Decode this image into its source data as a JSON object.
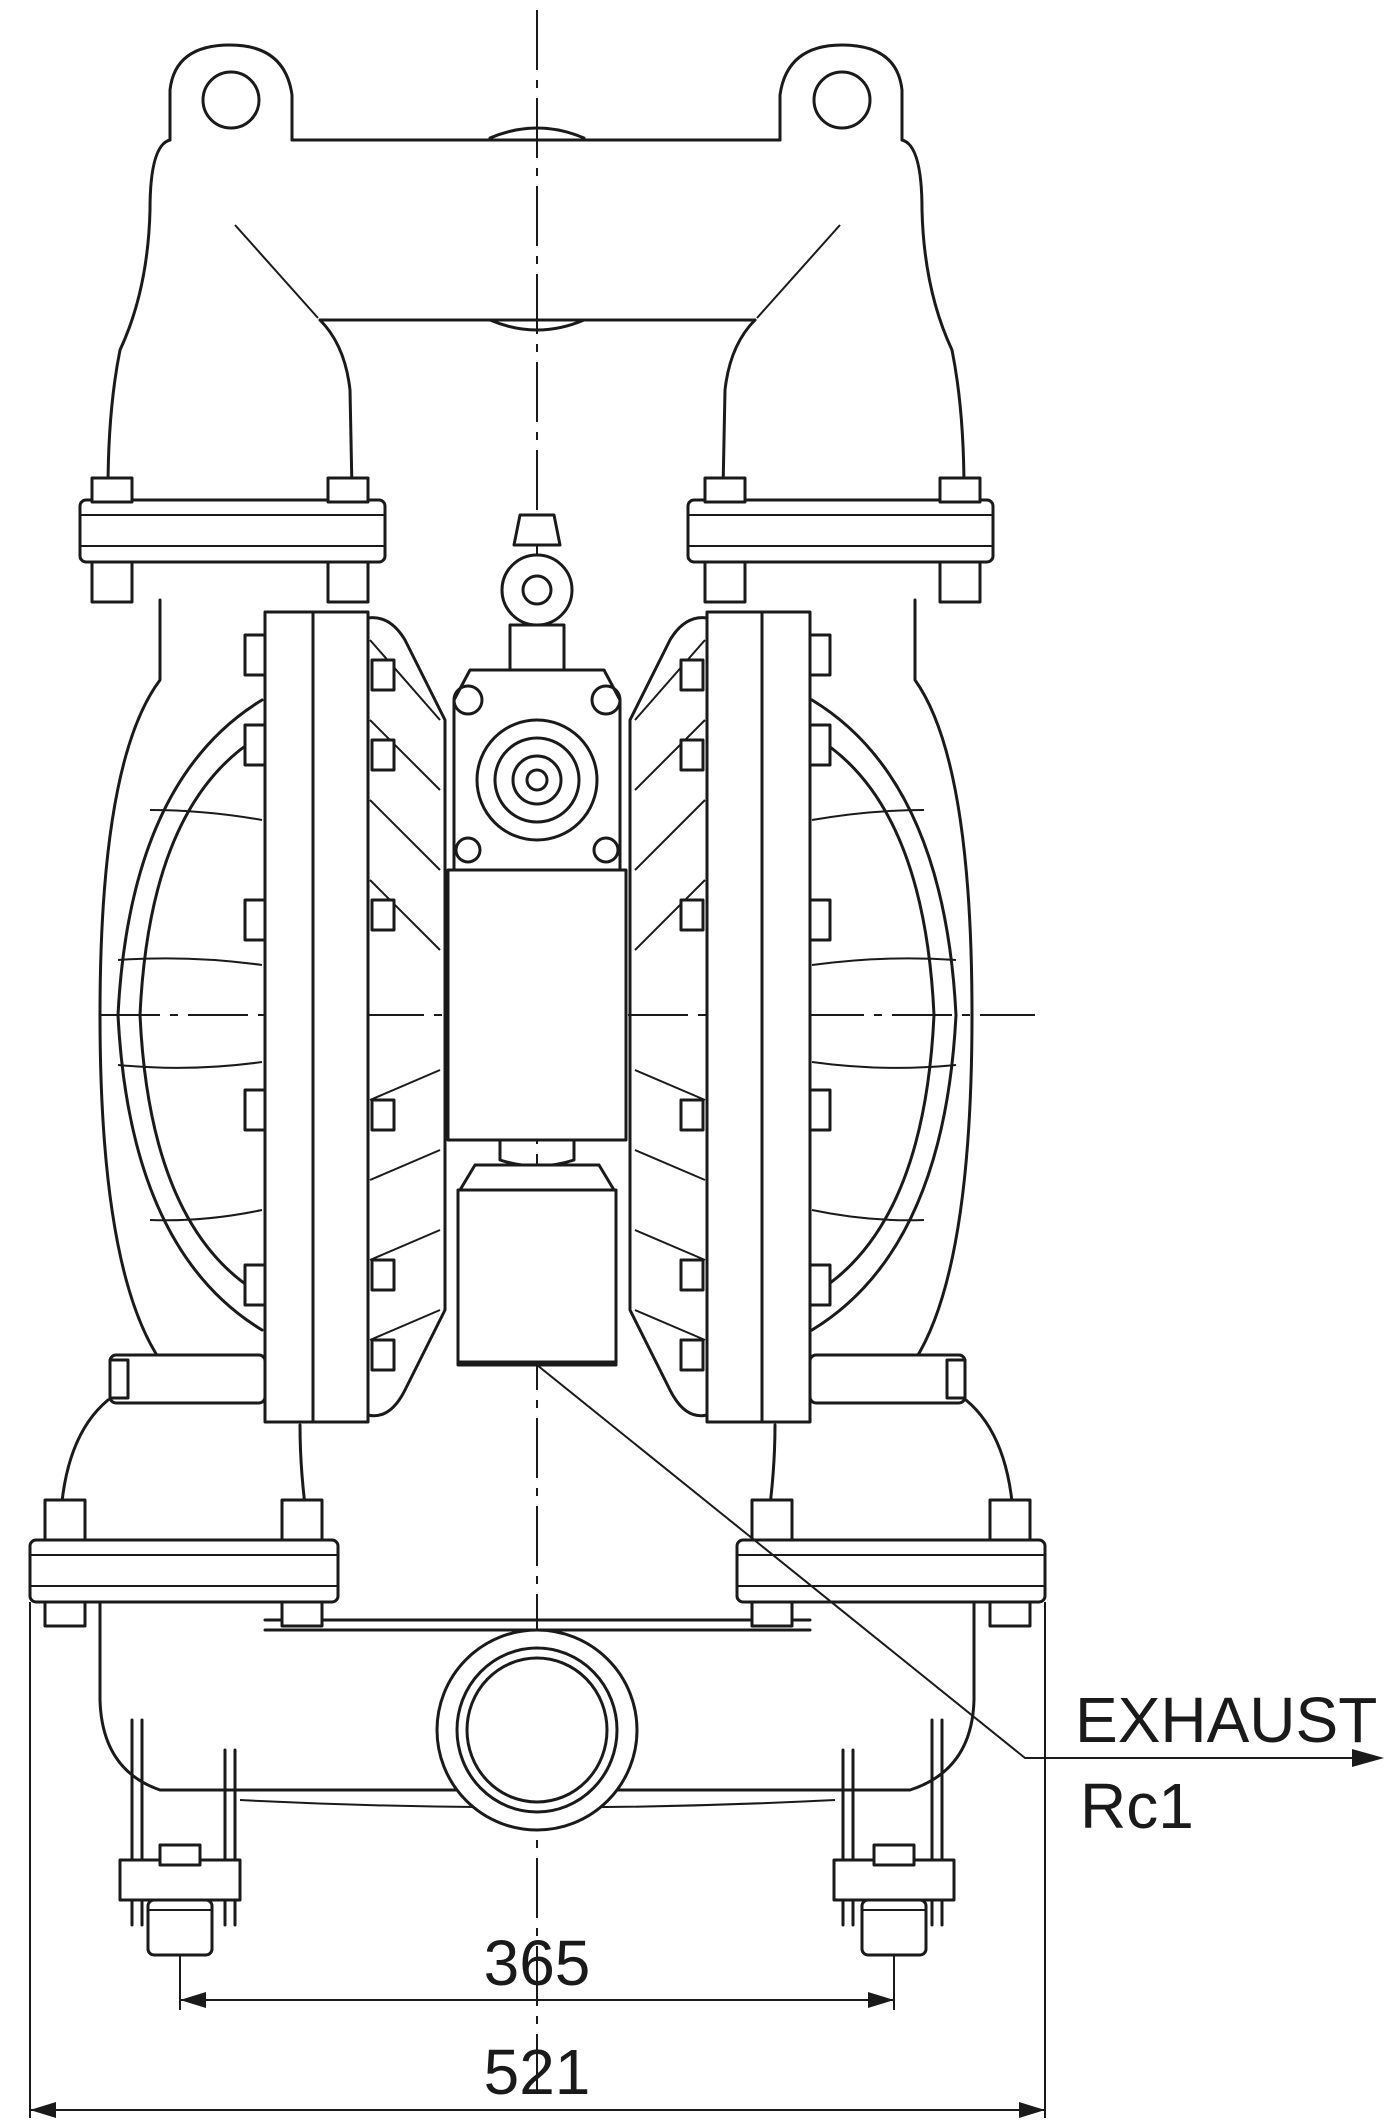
{
  "callout": {
    "label_line1": "EXHAUST",
    "label_line2": "Rc1"
  },
  "dimensions": {
    "inner_width": "365",
    "overall_width": "521"
  }
}
